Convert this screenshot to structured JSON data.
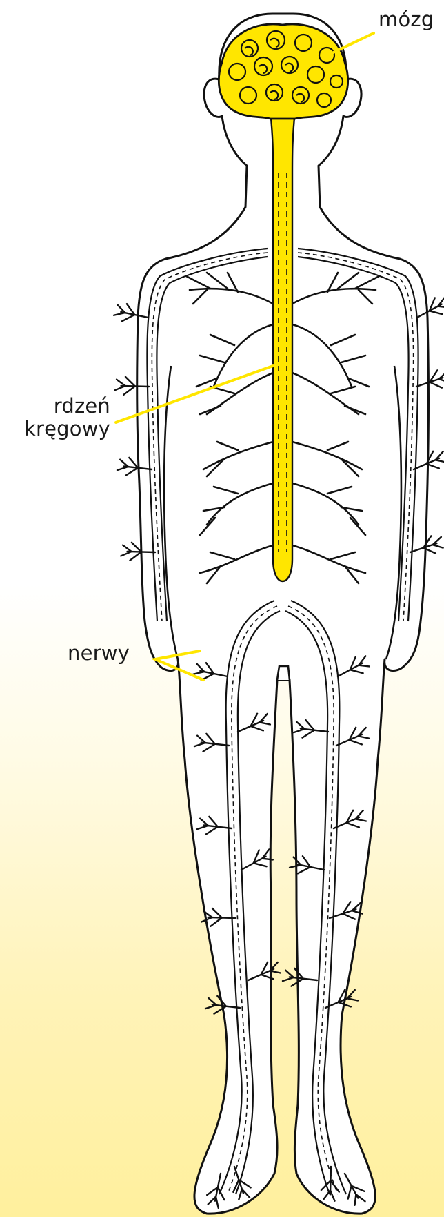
{
  "labels": {
    "brain": "mózg",
    "spinal_cord_line1": "rdzeń",
    "spinal_cord_line2": "kręgowy",
    "nerves": "nerwy"
  },
  "colors": {
    "highlight": "#ffe600",
    "outline": "#111111",
    "background_top": "#ffffff",
    "background_bottom": "#fff09d"
  }
}
